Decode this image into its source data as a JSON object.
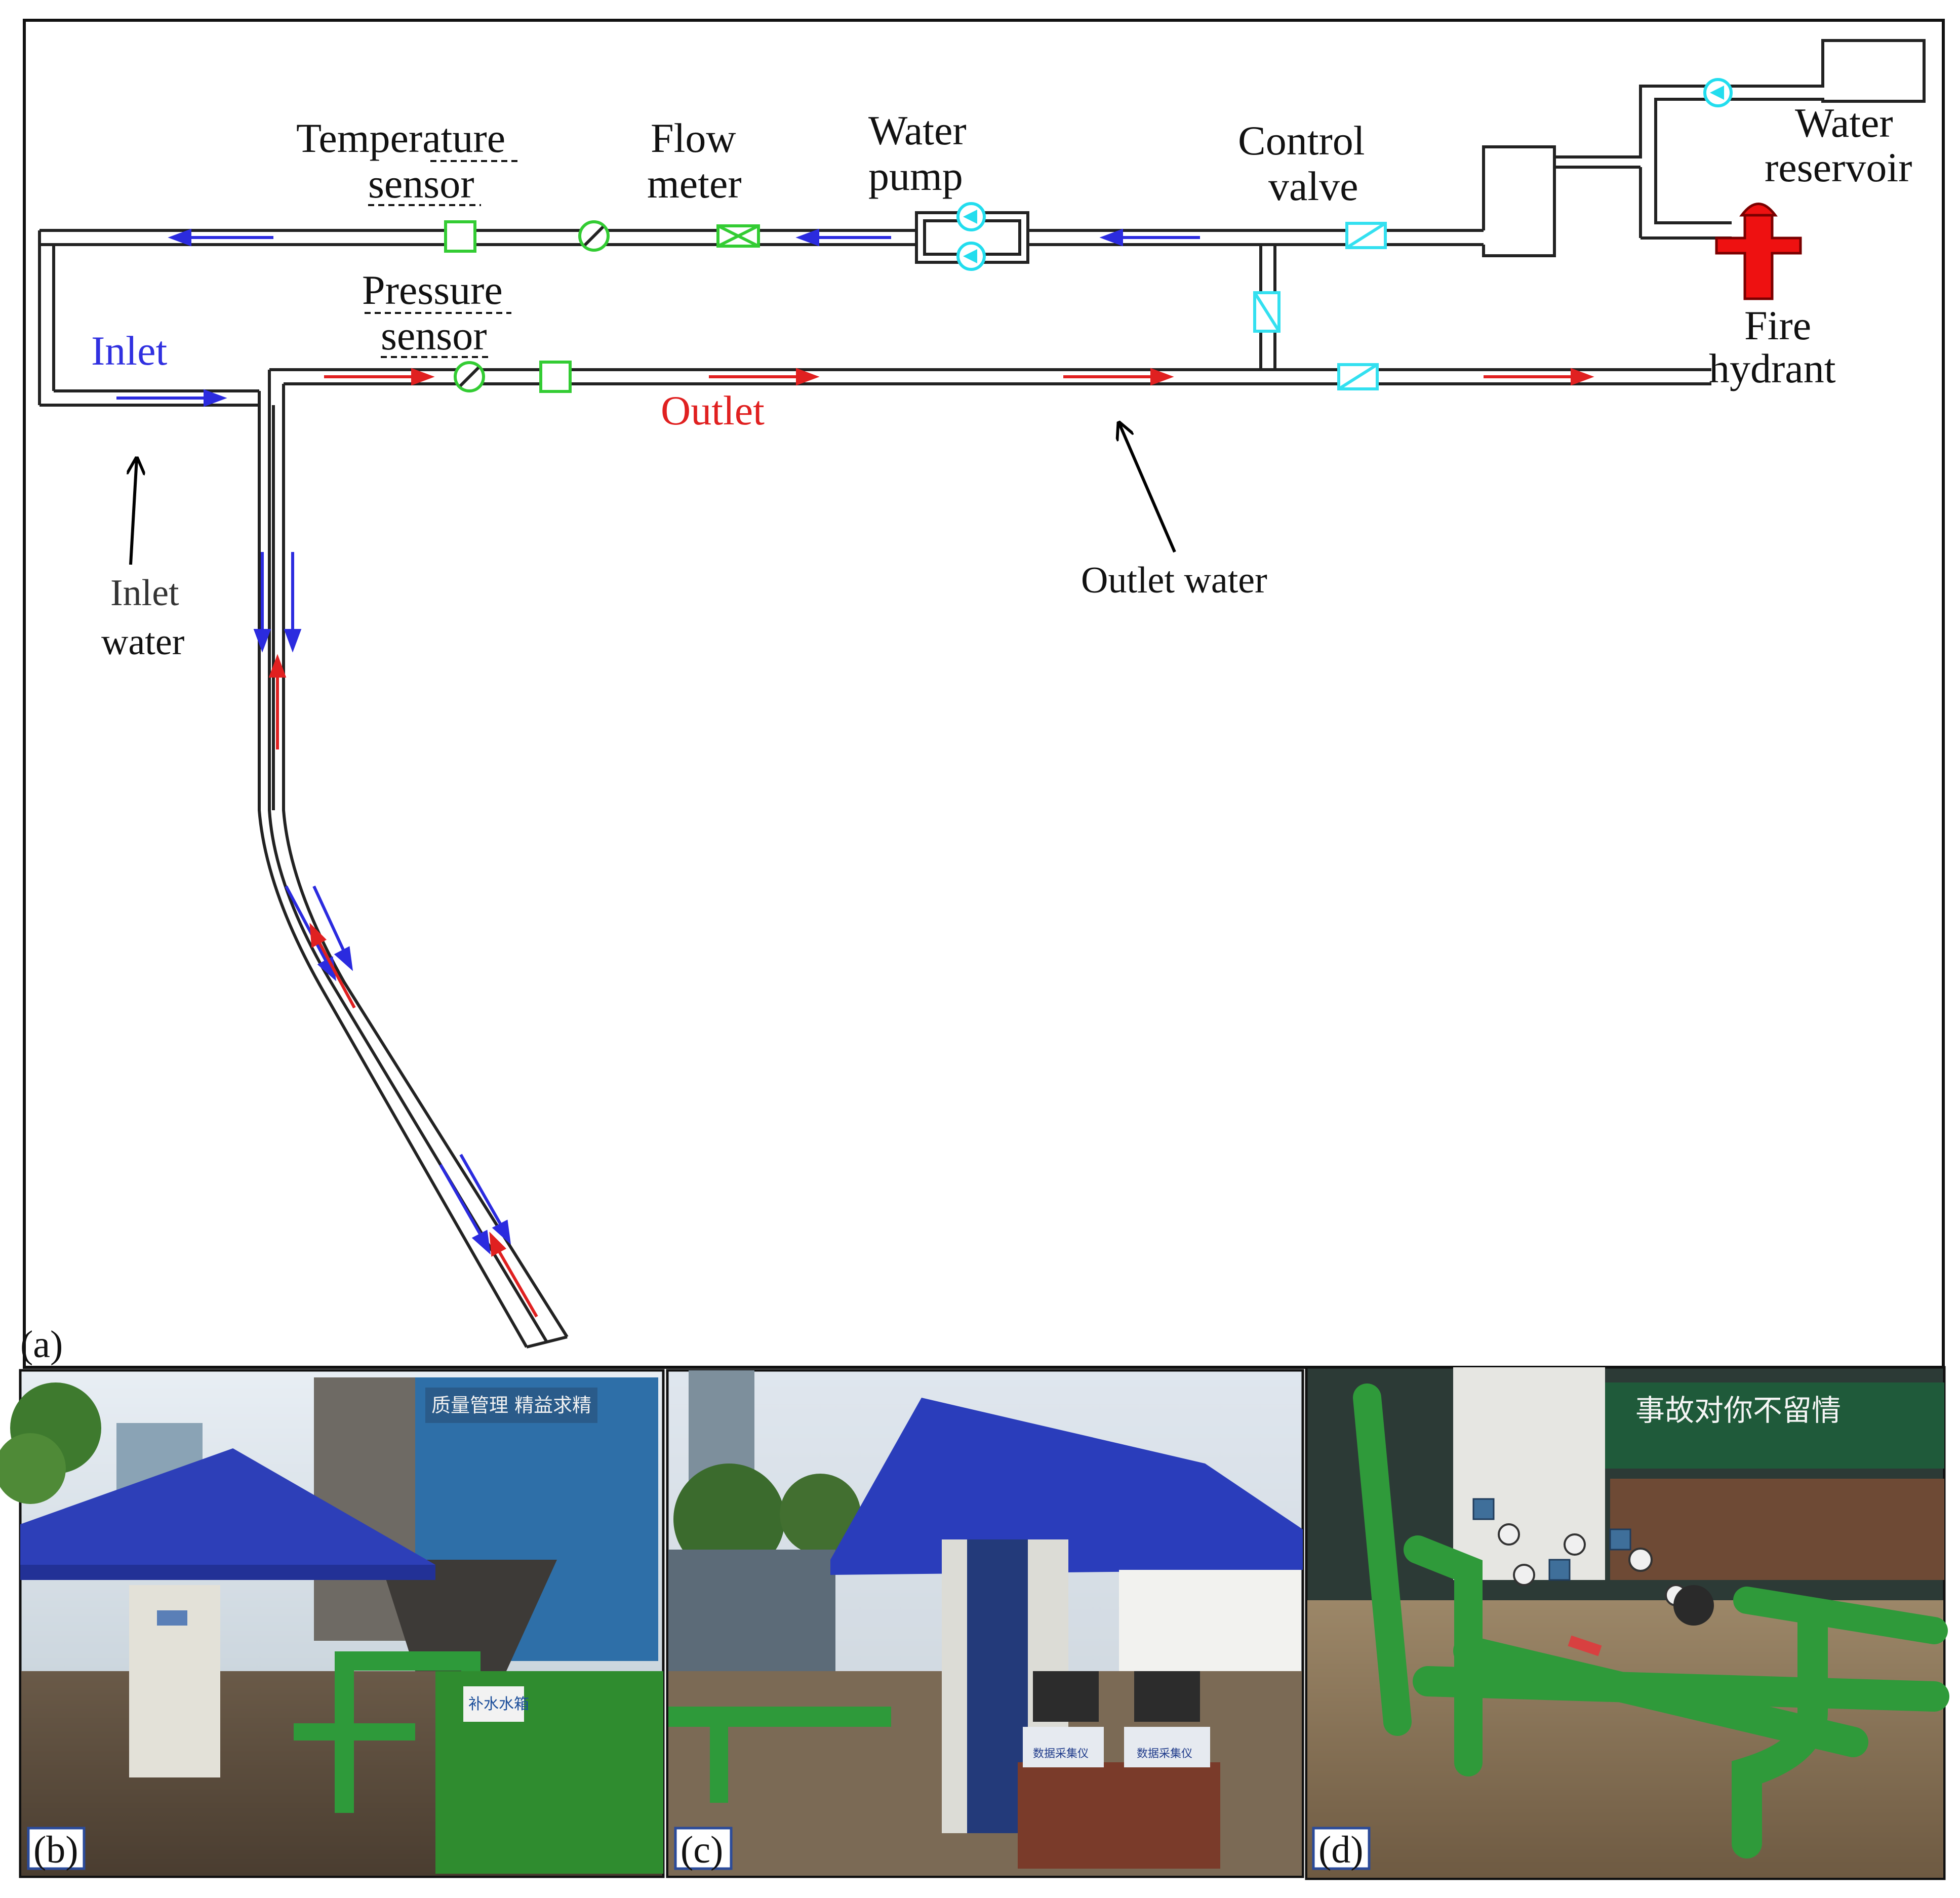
{
  "diagram": {
    "panel_a_tag": "(a)",
    "labels": {
      "temperature_sensor": [
        "Temperature",
        "sensor"
      ],
      "flow_meter": [
        "Flow",
        "meter"
      ],
      "water_pump": [
        "Water",
        "pump"
      ],
      "control_valve": [
        "Control",
        "valve"
      ],
      "water_reservoir": [
        "Water",
        "reservoir"
      ],
      "fire_hydrant": [
        "Fire",
        "hydrant"
      ],
      "pressure_sensor": [
        "Pressure",
        "sensor"
      ],
      "inlet": "Inlet",
      "outlet": "Outlet",
      "inlet_water": [
        "Inlet",
        "water"
      ],
      "outlet_water": "Outlet water"
    },
    "colors": {
      "pipe": "#222222",
      "inlet_flow": "#2b2bdf",
      "outlet_flow": "#e02020",
      "sensor": "#33cc33",
      "valve": "#33e0f0",
      "pump": "#22ddee",
      "hydrant": "#ee1111"
    }
  },
  "photos": [
    {
      "tag": "(b)",
      "banner_text": "质量管理 精益求精",
      "tank_label": "补水水箱"
    },
    {
      "tag": "(c)",
      "device_labels": [
        "数据采集仪",
        "数据采集仪"
      ]
    },
    {
      "tag": "(d)",
      "banner_text": "事故对你不留情"
    }
  ]
}
